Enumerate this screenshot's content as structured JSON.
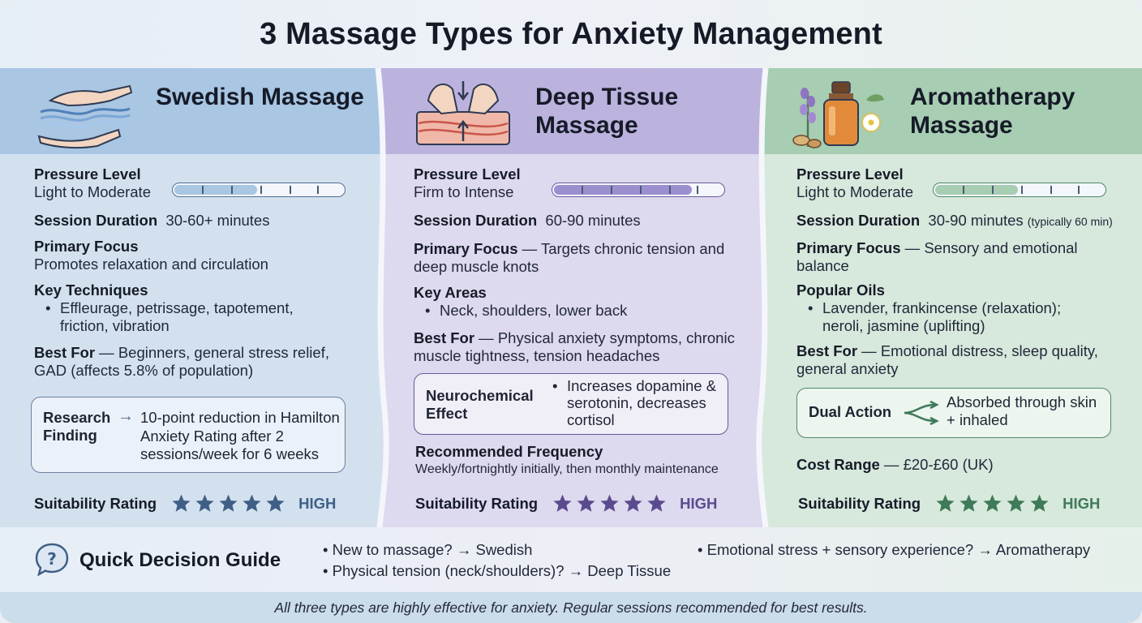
{
  "title": "3 Massage Types for Anxiety Management",
  "colors": {
    "swedish_accent": "#4f6f95",
    "deep_accent": "#6b5a9c",
    "aroma_accent": "#4d8a67",
    "star_blue": "#3f5f86",
    "star_purple": "#5b4b8e",
    "star_green": "#3f7a59"
  },
  "swedish": {
    "name": "Swedish Massage",
    "icon": "hands-waves-icon",
    "pressure_label": "Pressure Level",
    "pressure_value": "Light to Moderate",
    "pressure_fraction": 0.5,
    "duration_label": "Session Duration",
    "duration_value": "30-60+ minutes",
    "focus_label": "Primary Focus",
    "focus_value": "Promotes relaxation and circulation",
    "techniques_label": "Key Techniques",
    "techniques_value": "Effleurage, petrissage, tapotement, friction, vibration",
    "best_label": "Best For",
    "best_value": "Beginners, general stress relief, GAD (affects 5.8% of population)",
    "research_label": "Research Finding",
    "research_arrow": "→",
    "research_value": "10-point reduction in Hamilton Anxiety Rating after 2 sessions/week for 6 weeks",
    "rating_label": "Suitability Rating",
    "rating_stars": 5,
    "rating_level": "HIGH"
  },
  "deep": {
    "name": "Deep Tissue Massage",
    "icon": "muscle-pressure-icon",
    "pressure_label": "Pressure Level",
    "pressure_value": "Firm to Intense",
    "pressure_fraction": 0.82,
    "duration_label": "Session Duration",
    "duration_value": "60-90 minutes",
    "focus_label": "Primary Focus",
    "focus_value": "Targets chronic tension and deep muscle knots",
    "areas_label": "Key Areas",
    "areas_value": "Neck, shoulders, lower back",
    "best_label": "Best For",
    "best_value": "Physical anxiety symptoms, chronic muscle tightness, tension headaches",
    "neuro_label": "Neurochemical Effect",
    "neuro_value": "Increases dopamine & serotonin, decreases cortisol",
    "freq_label": "Recommended Frequency",
    "freq_value": "Weekly/fortnightly initially, then monthly maintenance",
    "rating_label": "Suitability Rating",
    "rating_stars": 5,
    "rating_level": "HIGH"
  },
  "aroma": {
    "name": "Aromatherapy Massage",
    "icon": "essential-oil-bottle-icon",
    "pressure_label": "Pressure Level",
    "pressure_value": "Light to Moderate",
    "pressure_fraction": 0.5,
    "duration_label": "Session Duration",
    "duration_value": "30-90 minutes",
    "duration_note": "(typically 60 min)",
    "focus_label": "Primary Focus",
    "focus_value": "Sensory and emotional balance",
    "oils_label": "Popular Oils",
    "oils_value": "Lavender, frankincense (relaxation); neroli, jasmine (uplifting)",
    "best_label": "Best For",
    "best_value": "Emotional distress, sleep quality, general anxiety",
    "dual_label": "Dual Action",
    "dual_value": "Absorbed through skin + inhaled",
    "cost_label": "Cost Range",
    "cost_value": "£20-£60 (UK)",
    "rating_label": "Suitability Rating",
    "rating_stars": 5,
    "rating_level": "HIGH"
  },
  "guide": {
    "title": "Quick Decision Guide",
    "items": [
      "New to massage? → Swedish",
      "Physical tension (neck/shoulders)? → Deep Tissue",
      "Emotional stress + sensory experience? → Aromatherapy"
    ]
  },
  "footer": "All three types are highly effective for anxiety. Regular sessions recommended for best results."
}
